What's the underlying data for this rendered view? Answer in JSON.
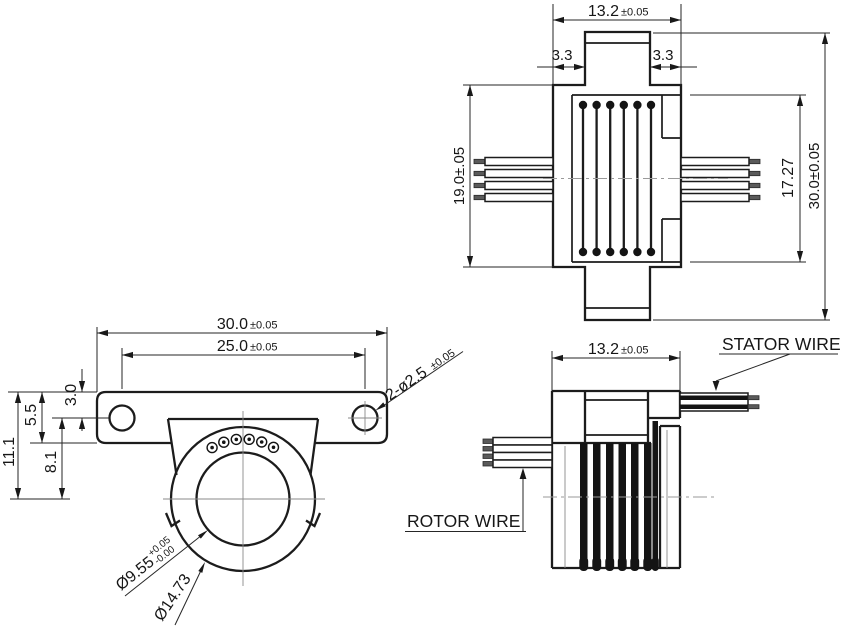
{
  "colors": {
    "line": "#1c1c1c",
    "dimension": "#262626",
    "centerline": "#9a9a9a",
    "wire_tip": "#5a5a5a",
    "background": "#ffffff"
  },
  "views": {
    "plan": {
      "dim_width": {
        "value": "13.2",
        "tol": "±0.05"
      },
      "dim_step_left": "3.3",
      "dim_step_right": "3.3",
      "dim_body_height": "19.0±.05",
      "dim_plate_height": "17.27",
      "dim_overall_height": "30.0±0.05"
    },
    "front": {
      "dim_overall_width": {
        "value": "30.0",
        "tol": "±0.05"
      },
      "dim_hole_spacing": {
        "value": "25.0",
        "tol": "±0.05"
      },
      "dim_overall_height": "11.1",
      "dim_flange_thickness": "5.5",
      "dim_hole_offset": "3.0",
      "dim_center_offset": "8.1",
      "label_mount_holes": {
        "value": "2-ø2.5",
        "tol": "±0.05"
      },
      "label_bore": {
        "dia": "Ø9.55",
        "tol_plus": "+0.05",
        "tol_minus": "-0.00"
      },
      "label_outer_dia": "Ø14.73"
    },
    "side": {
      "dim_width": {
        "value": "13.2",
        "tol": "±0.05"
      },
      "label_stator_wire": "STATOR WIRE",
      "label_rotor_wire": "ROTOR WIRE"
    }
  }
}
